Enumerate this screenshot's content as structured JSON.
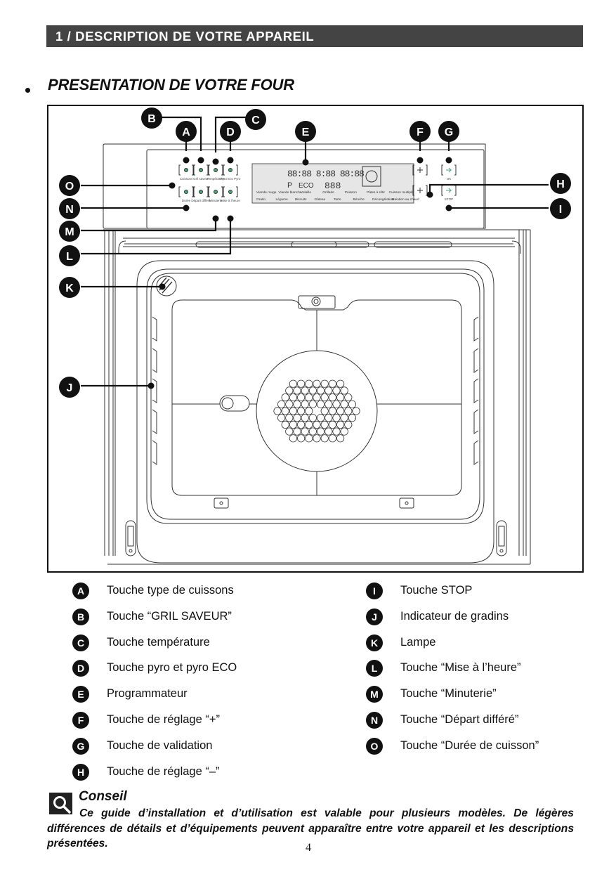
{
  "section": {
    "title": "1 / DESCRIPTION DE VOTRE APPAREIL"
  },
  "subtitle": "PRESENTATION DE VOTRE FOUR",
  "figure": {
    "callouts": [
      "A",
      "B",
      "C",
      "D",
      "E",
      "F",
      "G",
      "H",
      "I",
      "J",
      "K",
      "L",
      "M",
      "N",
      "O"
    ],
    "control_labels": {
      "row1": [
        "Cuissons",
        "Gril saveur",
        "Température",
        "Pyro Eco Pyro"
      ],
      "row2": [
        "Durée",
        "Départ différé",
        "Minuterie",
        "Mise à l'heure"
      ],
      "ok": "OK",
      "stop": "STOP"
    },
    "display": {
      "digits_top": "88:88 8:88 88:88",
      "digits_bottom": "888",
      "eco": "ECO",
      "p": "P",
      "line1": [
        "Viande rouge",
        "Viande blanche",
        "Volaille",
        "Grillade",
        "Poisson",
        "Pâtes à rôtir",
        "Cuisson multiple"
      ],
      "line2": [
        "Gratin",
        "Légume",
        "Biscuits",
        "Gâteau",
        "Tarte",
        "Brioche",
        "Décongélation",
        "Maintien au chaud"
      ]
    }
  },
  "legend": {
    "left": [
      {
        "key": "A",
        "text": "Touche type de cuissons"
      },
      {
        "key": "B",
        "text": "Touche “GRIL SAVEUR”"
      },
      {
        "key": "C",
        "text": "Touche température"
      },
      {
        "key": "D",
        "text": "Touche pyro et pyro ECO"
      },
      {
        "key": "E",
        "text": "Programmateur"
      },
      {
        "key": "F",
        "text": "Touche de réglage “+”"
      },
      {
        "key": "G",
        "text": "Touche de validation"
      },
      {
        "key": "H",
        "text": "Touche de réglage “–”"
      }
    ],
    "right": [
      {
        "key": "I",
        "text": "Touche STOP"
      },
      {
        "key": "J",
        "text": "Indicateur de gradins"
      },
      {
        "key": "K",
        "text": "Lampe"
      },
      {
        "key": "L",
        "text": "Touche “Mise à l’heure”"
      },
      {
        "key": "M",
        "text": "Touche “Minuterie”"
      },
      {
        "key": "N",
        "text": "Touche “Départ différé”"
      },
      {
        "key": "O",
        "text": "Touche “Durée de cuisson”"
      }
    ]
  },
  "tip": {
    "icon": "magnifier-icon",
    "title": "Conseil",
    "body": "Ce guide d’installation et d’utilisation est valable pour plusieurs modèles. De légères différences de détails et d’équipements peuvent apparaître entre votre appareil et les descriptions présentées."
  },
  "page_number": "4"
}
